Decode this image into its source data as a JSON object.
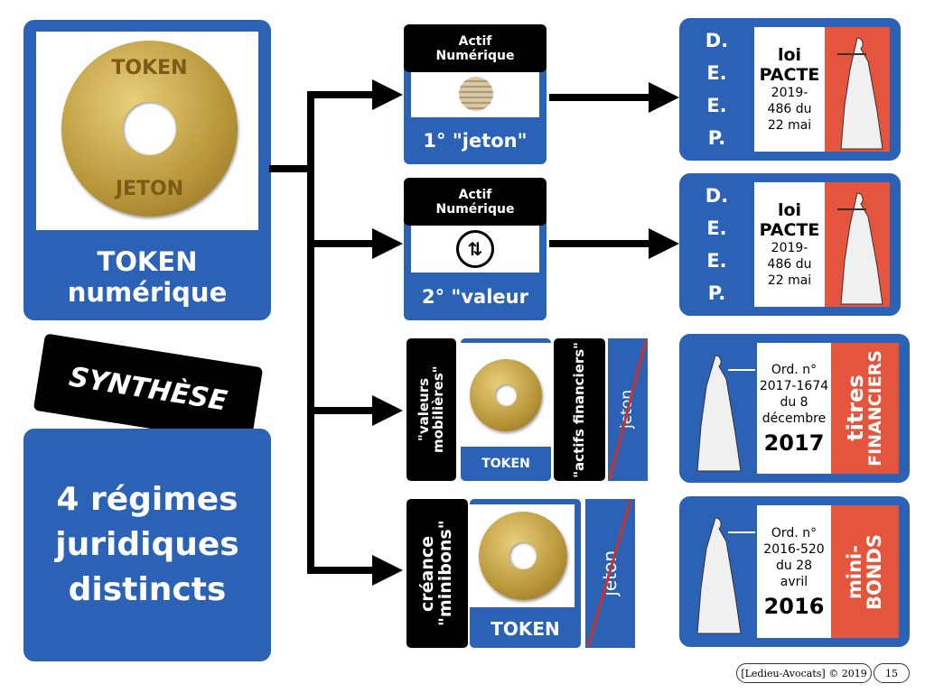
{
  "left": {
    "token_title": "TOKEN",
    "token_subtitle": "numérique",
    "coin_top": "TOKEN",
    "coin_bottom": "JETON",
    "tag": "SYNTHÈSE",
    "summary": "4 régimes juridiques distincts"
  },
  "rows": [
    {
      "header": "Actif Numérique",
      "label": "1° \"jeton\"",
      "law": {
        "letters": [
          "D.",
          "E.",
          "E.",
          "P."
        ],
        "title1": "loi",
        "title2": "PACTE",
        "text": "2019-486 du 22 mai"
      }
    },
    {
      "header": "Actif Numérique",
      "label": "2° \"valeur",
      "law": {
        "letters": [
          "D.",
          "E.",
          "E.",
          "P."
        ],
        "title1": "loi",
        "title2": "PACTE",
        "text": "2019-486 du 22 mai"
      }
    },
    {
      "left": "\"valeurs mobilières\"",
      "token": "TOKEN",
      "right": "\"actifs financiers\"",
      "struck": "jeton",
      "law": {
        "text": "Ord. n° 2017-1674 du 8 décembre",
        "year": "2017",
        "side1": "titres",
        "side2": "FINANCIERS"
      }
    },
    {
      "left": "créance \"minibons\"",
      "token": "TOKEN",
      "struck": "jeton",
      "law": {
        "text": "Ord. n° 2016-520 du 28 avril",
        "year": "2016",
        "side1": "mini-",
        "side2": "BONDS"
      }
    }
  ],
  "footer": {
    "copyright": "[Ledieu-Avocats] © 2019",
    "page": "15"
  },
  "colors": {
    "blue": "#2b62b6",
    "red": "#e5553d",
    "black": "#000000"
  }
}
